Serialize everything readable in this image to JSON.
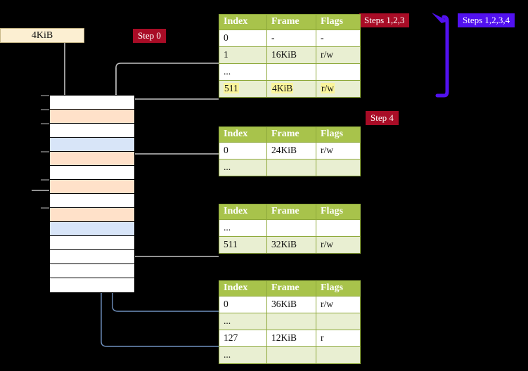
{
  "diagram": {
    "title_hidden": "",
    "background_color": "#000000",
    "colors": {
      "table_header_green": "#A8C34B",
      "table_alt_row": "#E9EFD2",
      "highlight_yellow": "#FAF59B",
      "memory_orange": "#FFE1C9",
      "memory_blue": "#D8E5F8",
      "badge_red": "#A80C26",
      "badge_purple": "#5211F0",
      "wire_grey": "#BFBFBF",
      "wire_blue": "#6F90BE",
      "kib_box_fill": "#FCEFD2"
    }
  },
  "labels": {
    "kib_box": "4KiB",
    "step0": "Step 0",
    "step4": "Step 4",
    "steps123": "Steps 1,2,3",
    "steps1234": "Steps 1,2,3,4"
  },
  "tables": [
    {
      "name": "pml4-table",
      "columns": [
        "Index",
        "Frame",
        "Flags"
      ],
      "rows": [
        {
          "index": "0",
          "frame": "-",
          "flags": "-",
          "style": "plain",
          "highlight": false
        },
        {
          "index": "1",
          "frame": "16KiB",
          "flags": "r/w",
          "style": "alt",
          "highlight": false
        },
        {
          "index": "...",
          "frame": "",
          "flags": "",
          "style": "plain",
          "highlight": false
        },
        {
          "index": "511",
          "frame": "4KiB",
          "flags": "r/w",
          "style": "alt",
          "highlight": true
        }
      ]
    },
    {
      "name": "pdpt-table",
      "columns": [
        "Index",
        "Frame",
        "Flags"
      ],
      "rows": [
        {
          "index": "0",
          "frame": "24KiB",
          "flags": "r/w",
          "style": "plain",
          "highlight": false
        },
        {
          "index": "...",
          "frame": "",
          "flags": "",
          "style": "alt",
          "highlight": false
        }
      ]
    },
    {
      "name": "pd-table",
      "columns": [
        "Index",
        "Frame",
        "Flags"
      ],
      "rows": [
        {
          "index": "...",
          "frame": "",
          "flags": "",
          "style": "plain",
          "highlight": false
        },
        {
          "index": "511",
          "frame": "32KiB",
          "flags": "r/w",
          "style": "alt",
          "highlight": false
        }
      ]
    },
    {
      "name": "pt-table",
      "columns": [
        "Index",
        "Frame",
        "Flags"
      ],
      "rows": [
        {
          "index": "0",
          "frame": "36KiB",
          "flags": "r/w",
          "style": "plain",
          "highlight": false
        },
        {
          "index": "...",
          "frame": "",
          "flags": "",
          "style": "alt",
          "highlight": false
        },
        {
          "index": "127",
          "frame": "12KiB",
          "flags": "r",
          "style": "plain",
          "highlight": false
        },
        {
          "index": "...",
          "frame": "",
          "flags": "",
          "style": "alt",
          "highlight": false
        }
      ]
    }
  ],
  "memory_column": {
    "name": "physical-memory-frames",
    "cells": [
      {
        "fill": "white"
      },
      {
        "fill": "orange"
      },
      {
        "fill": "white"
      },
      {
        "fill": "blue"
      },
      {
        "fill": "orange"
      },
      {
        "fill": "white"
      },
      {
        "fill": "orange"
      },
      {
        "fill": "white"
      },
      {
        "fill": "orange"
      },
      {
        "fill": "blue"
      },
      {
        "fill": "white"
      },
      {
        "fill": "white"
      },
      {
        "fill": "white"
      },
      {
        "fill": "white"
      }
    ]
  }
}
